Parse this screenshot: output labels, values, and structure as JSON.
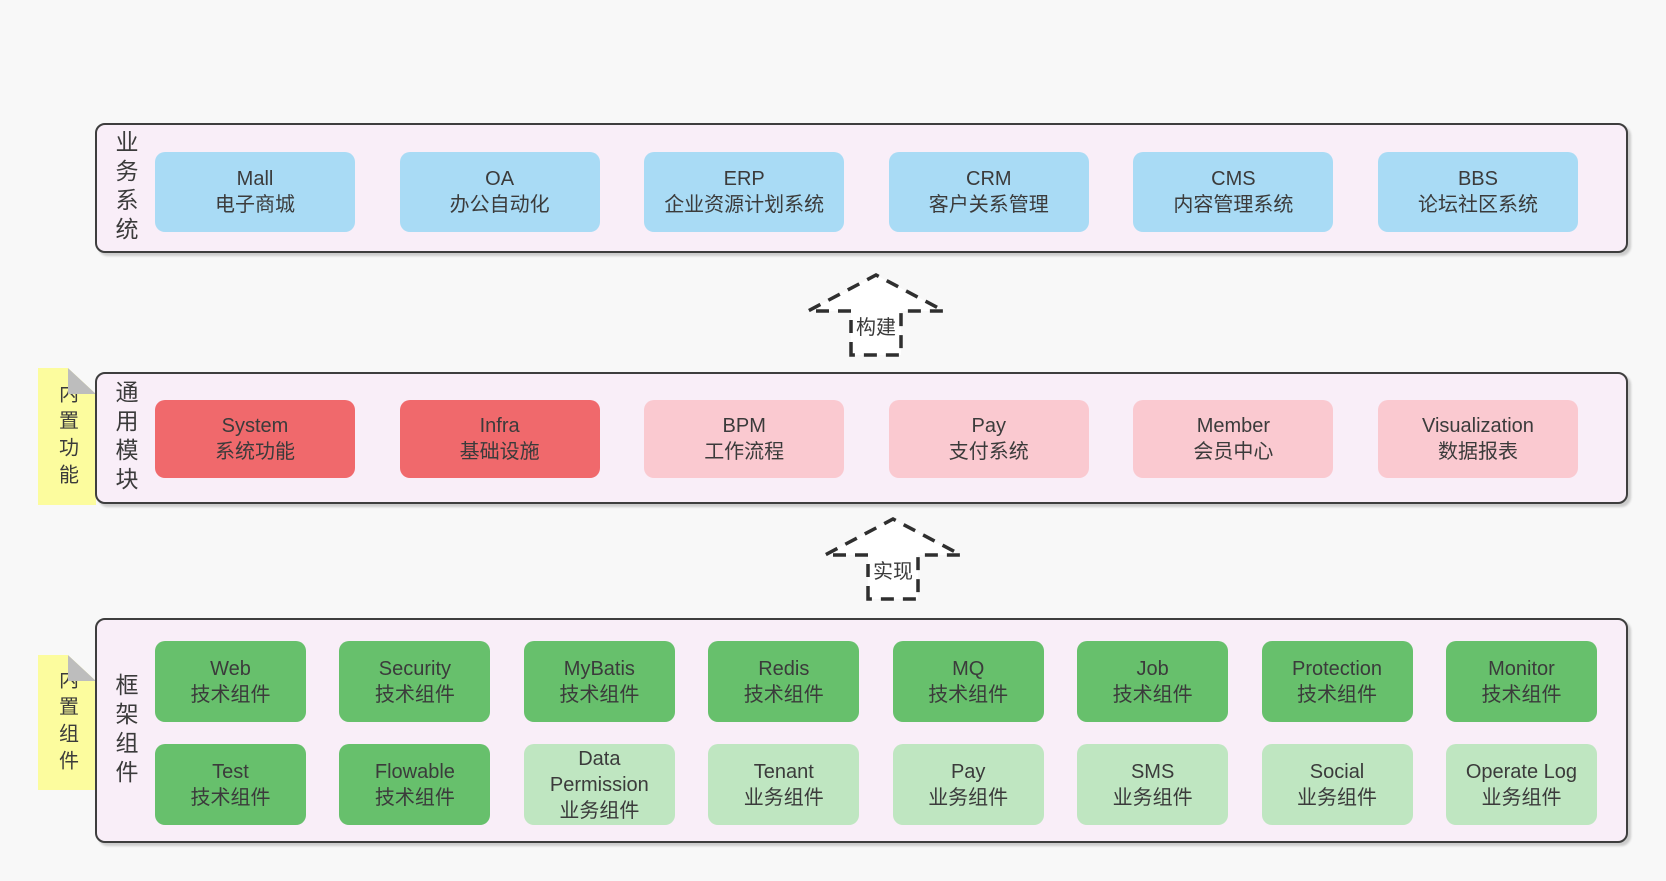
{
  "colors": {
    "page_bg": "#f8f8f8",
    "container_bg": "#f9eef8",
    "border": "#3e3e3e",
    "text": "#3b3b3b",
    "blue": "#a9dbf5",
    "red": "#f0696c",
    "pink": "#fac9d0",
    "green": "#67c06c",
    "light_green": "#bfe6c1",
    "note_yellow": "#fcfc9e",
    "note_fold": "#bdbdbd",
    "arrow_stroke": "#2f2f2f",
    "arrow_label_bg": "#ffffff"
  },
  "arrows": {
    "build": "构建",
    "implement": "实现"
  },
  "layers": {
    "business": {
      "label": "业务系统",
      "boxes": [
        {
          "name": "Mall",
          "desc": "电子商城"
        },
        {
          "name": "OA",
          "desc": "办公自动化"
        },
        {
          "name": "ERP",
          "desc": "企业资源计划系统"
        },
        {
          "name": "CRM",
          "desc": "客户关系管理"
        },
        {
          "name": "CMS",
          "desc": "内容管理系统"
        },
        {
          "name": "BBS",
          "desc": "论坛社区系统"
        }
      ]
    },
    "modules": {
      "label": "通用模块",
      "note": "内置功能",
      "boxes": [
        {
          "name": "System",
          "desc": "系统功能"
        },
        {
          "name": "Infra",
          "desc": "基础设施"
        },
        {
          "name": "BPM",
          "desc": "工作流程"
        },
        {
          "name": "Pay",
          "desc": "支付系统"
        },
        {
          "name": "Member",
          "desc": "会员中心"
        },
        {
          "name": "Visualization",
          "desc": "数据报表"
        }
      ]
    },
    "components": {
      "label": "框架组件",
      "note": "内置组件",
      "row1": [
        {
          "name": "Web",
          "desc": "技术组件"
        },
        {
          "name": "Security",
          "desc": "技术组件"
        },
        {
          "name": "MyBatis",
          "desc": "技术组件"
        },
        {
          "name": "Redis",
          "desc": "技术组件"
        },
        {
          "name": "MQ",
          "desc": "技术组件"
        },
        {
          "name": "Job",
          "desc": "技术组件"
        },
        {
          "name": "Protection",
          "desc": "技术组件"
        },
        {
          "name": "Monitor",
          "desc": "技术组件"
        }
      ],
      "row2": [
        {
          "name": "Test",
          "desc": "技术组件"
        },
        {
          "name": "Flowable",
          "desc": "技术组件"
        },
        {
          "name": "Data Permission",
          "desc": "业务组件"
        },
        {
          "name": "Tenant",
          "desc": "业务组件"
        },
        {
          "name": "Pay",
          "desc": "业务组件"
        },
        {
          "name": "SMS",
          "desc": "业务组件"
        },
        {
          "name": "Social",
          "desc": "业务组件"
        },
        {
          "name": "Operate Log",
          "desc": "业务组件"
        }
      ]
    }
  }
}
